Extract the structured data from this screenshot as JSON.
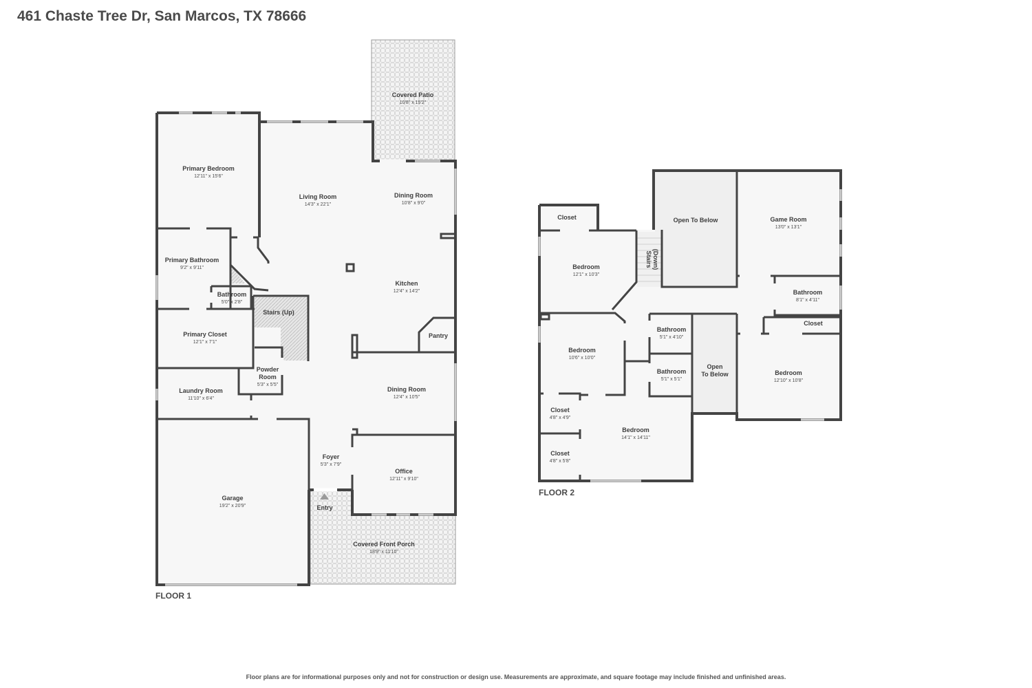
{
  "address": "461 Chaste Tree Dr, San Marcos, TX 78666",
  "disclaimer": "Floor plans are for informational purposes only and not for construction or design use. Measurements are approximate, and square footage may include finished and unfinished areas.",
  "floor1": {
    "label": "FLOOR 1",
    "rooms": {
      "covered_patio": {
        "name": "Covered Patio",
        "dims": "10'8\" x 15'2\""
      },
      "primary_bedroom": {
        "name": "Primary Bedroom",
        "dims": "12'11\" x 15'6\""
      },
      "living_room": {
        "name": "Living Room",
        "dims": "14'3\" x 22'1\""
      },
      "dining_room_1": {
        "name": "Dining Room",
        "dims": "10'8\" x 9'0\""
      },
      "primary_bathroom": {
        "name": "Primary Bathroom",
        "dims": "9'2\" x 9'11\""
      },
      "bathroom": {
        "name": "Bathroom",
        "dims": "5'0\" x 2'8\""
      },
      "kitchen": {
        "name": "Kitchen",
        "dims": "12'4\" x 14'2\""
      },
      "stairs_up": {
        "name": "Stairs (Up)"
      },
      "primary_closet": {
        "name": "Primary Closet",
        "dims": "12'1\" x 7'1\""
      },
      "pantry": {
        "name": "Pantry"
      },
      "powder_room": {
        "name_line1": "Powder",
        "name_line2": "Room",
        "dims": "5'3\" x 5'5\""
      },
      "laundry_room": {
        "name": "Laundry Room",
        "dims": "11'10\" x 6'4\""
      },
      "dining_room_2": {
        "name": "Dining Room",
        "dims": "12'4\" x 10'5\""
      },
      "foyer": {
        "name": "Foyer",
        "dims": "5'3\" x 7'9\""
      },
      "office": {
        "name": "Office",
        "dims": "12'11\" x 9'10\""
      },
      "garage": {
        "name": "Garage",
        "dims": "19'2\" x 20'9\""
      },
      "entry": {
        "name": "Entry"
      },
      "covered_front_porch": {
        "name": "Covered Front Porch",
        "dims": "18'9\" x 11'10\""
      }
    }
  },
  "floor2": {
    "label": "FLOOR 2",
    "rooms": {
      "closet_top": {
        "name": "Closet"
      },
      "open_to_below_1": {
        "name": "Open To Below"
      },
      "game_room": {
        "name": "Game Room",
        "dims": "13'0\" x 13'1\""
      },
      "bedroom_1": {
        "name": "Bedroom",
        "dims": "12'1\" x 10'3\""
      },
      "stairs_down": {
        "name_line1": "Stairs",
        "name_line2": "(Down)"
      },
      "bathroom_a": {
        "name": "Bathroom",
        "dims": "8'1\" x 4'11\""
      },
      "closet_right": {
        "name": "Closet"
      },
      "bathroom_b": {
        "name": "Bathroom",
        "dims": "5'1\" x 4'10\""
      },
      "bedroom_2": {
        "name": "Bedroom",
        "dims": "10'6\" x 10'0\""
      },
      "open_to_below_2": {
        "name_line1": "Open",
        "name_line2": "To Below"
      },
      "bedroom_3": {
        "name": "Bedroom",
        "dims": "12'10\" x 10'8\""
      },
      "bathroom_c": {
        "name": "Bathroom",
        "dims": "5'1\" x 5'1\""
      },
      "closet_a": {
        "name": "Closet",
        "dims": "4'8\" x 4'9\""
      },
      "bedroom_4": {
        "name": "Bedroom",
        "dims": "14'1\" x 14'11\""
      },
      "closet_b": {
        "name": "Closet",
        "dims": "4'8\" x 5'8\""
      }
    }
  }
}
